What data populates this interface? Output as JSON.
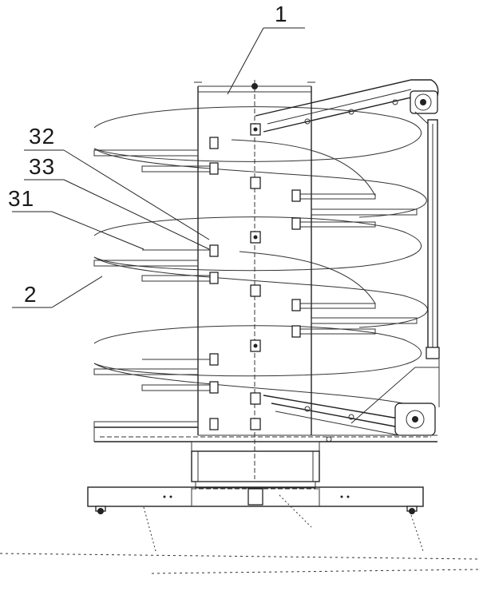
{
  "figure": {
    "callouts": [
      {
        "id": "label-1",
        "text": "1"
      },
      {
        "id": "label-32",
        "text": "32"
      },
      {
        "id": "label-33",
        "text": "33"
      },
      {
        "id": "label-31",
        "text": "31"
      },
      {
        "id": "label-2",
        "text": "2"
      }
    ],
    "line_color": "#222222",
    "background": "#ffffff"
  }
}
